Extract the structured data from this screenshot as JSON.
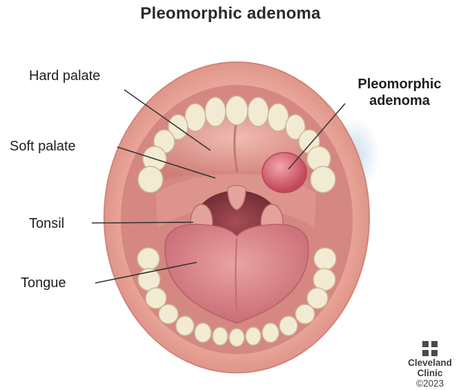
{
  "title": "Pleomorphic adenoma",
  "labels": {
    "hard_palate": "Hard palate",
    "soft_palate": "Soft palate",
    "tonsil": "Tonsil",
    "tongue": "Tongue",
    "adenoma_line1": "Pleomorphic",
    "adenoma_line2": "adenoma"
  },
  "logo": {
    "line1": "Cleveland",
    "line2": "Clinic",
    "copyright": "©2023"
  },
  "colors": {
    "lip": "#e69a8e",
    "gum": "#d98c86",
    "throat": "#8e3f47",
    "palate": "#e8a79e",
    "tongue": "#d9848a",
    "tooth": "#f2e8d2",
    "tumor": "#d25a66"
  }
}
